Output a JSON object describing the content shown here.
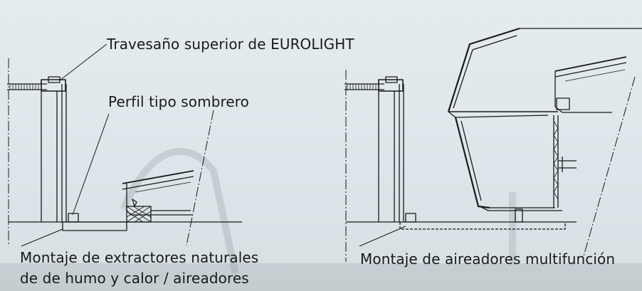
{
  "labels": {
    "top_rail": "Travesaño superior de EUROLIGHT",
    "hat_profile": "Perfil tipo sombrero",
    "left_caption_line1": "Montaje de extractores naturales",
    "left_caption_line2": "de de humo y calor / aireadores",
    "right_caption": "Montaje de aireadores multifunción"
  },
  "colors": {
    "line": "#1a1a1a",
    "background": "#e0e8eb"
  }
}
